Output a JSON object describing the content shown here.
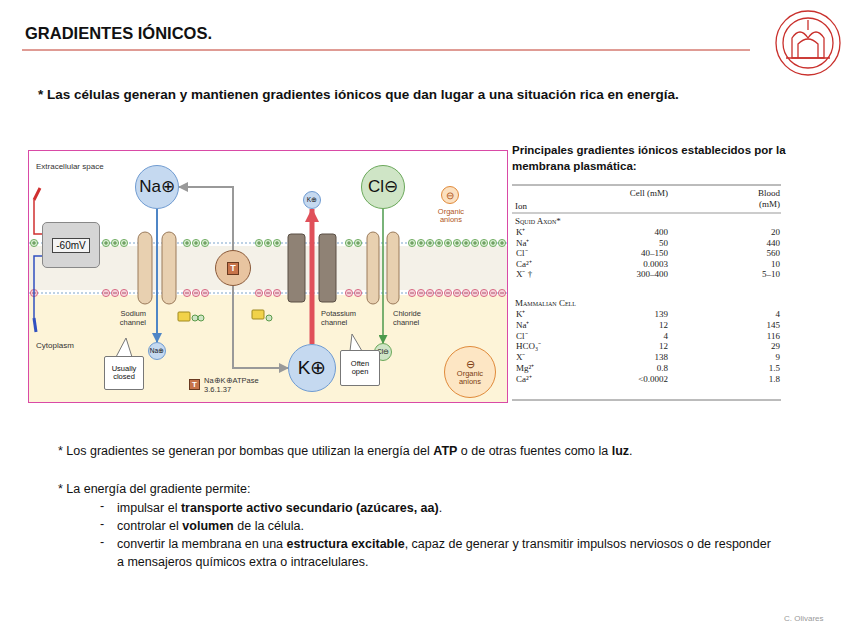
{
  "diagram": {
    "title": "GRADIENTES IÓNICOS.",
    "nodes": [
      {
        "text": [
          "Extracellular space",
          "Cytoplasm"
        ]
      },
      {
        "text": [
          "Na⊕"
        ],
        "in": 0
      },
      {
        "text": [
          "-60mV"
        ],
        "in": 0
      },
      {
        "text": [
          "T"
        ],
        "in": 0
      },
      {
        "text": [
          "K⊕"
        ],
        "in": 0
      },
      {
        "text": [
          "Cl⊖"
        ],
        "in": 0
      },
      {
        "text": [
          "⊖",
          "Organic anions"
        ],
        "in": 0
      },
      {
        "text": [
          "Na⊕"
        ],
        "in": 0
      },
      {
        "text": [
          "K⊕"
        ],
        "in": 0
      },
      {
        "text": [
          "Cl⊖"
        ],
        "in": 0
      },
      {
        "text": [
          "⊖",
          "Organic anions"
        ],
        "in": 0
      },
      {
        "text": [
          "Usually closed"
        ],
        "in": 0
      },
      {
        "text": [
          "Often open"
        ],
        "in": 0
      }
    ],
    "edges": [
      {
        "from": 1,
        "to": 7,
        "arrow": "to"
      },
      {
        "from": 8,
        "to": 4,
        "arrow": "to"
      },
      {
        "from": 5,
        "to": 9,
        "arrow": "to"
      },
      {
        "from": 3,
        "to": 1,
        "arrow": "to"
      },
      {
        "from": 3,
        "to": 8,
        "arrow": "to"
      }
    ],
    "labels": [
      "* Las células generan y mantienen gradientes iónicos que dan lugar a una situación rica en energía.",
      "Sodium channel",
      "Potassium channel",
      "Chloride channel",
      "T",
      "Principales gradientes iónicos establecidos por la membrana plasmática:",
      "Ion",
      "Cell (mM)",
      "Blood (mM)",
      "Squid Axon*",
      "K⁺",
      "400",
      "20",
      "Na⁺",
      "50",
      "440",
      "Cl⁻",
      "40–150",
      "560",
      "Ca²⁺",
      "0.0003",
      "10",
      "X⁻ †",
      "300–400",
      "5–10",
      "Mammalian Cell",
      "K⁺",
      "139",
      "4",
      "Na⁺",
      "12",
      "145",
      "Cl⁻",
      "4",
      "116",
      "HCO₃⁻",
      "12",
      "29",
      "X⁻",
      "138",
      "9",
      "Mg²⁺",
      "0.8",
      "1.5",
      "Ca²⁺",
      "<0.0002",
      "1.8",
      "* Los gradientes se generan por bombas que utilizan la energía del",
      "ATP",
      "o de otras fuentes como la",
      "luz",
      ".",
      "* La energía del gradiente permite:",
      "-",
      "impulsar el",
      "transporte activo secundario (azúcares, aa)",
      ".",
      "-",
      "controlar el",
      "volumen",
      "de la célula.",
      "-",
      "convertir la membrana en una",
      "estructura excitable",
      ", capaz de generar y transmitir impulsos nerviosos o de responder a mensajeros químicos extra o intracelulares.",
      "C. Olivares"
    ],
    "legend": [
      {
        "text": "Na⊕K⊕ATPase 3.6.1.37",
        "color": "#c8744a"
      }
    ]
  }
}
